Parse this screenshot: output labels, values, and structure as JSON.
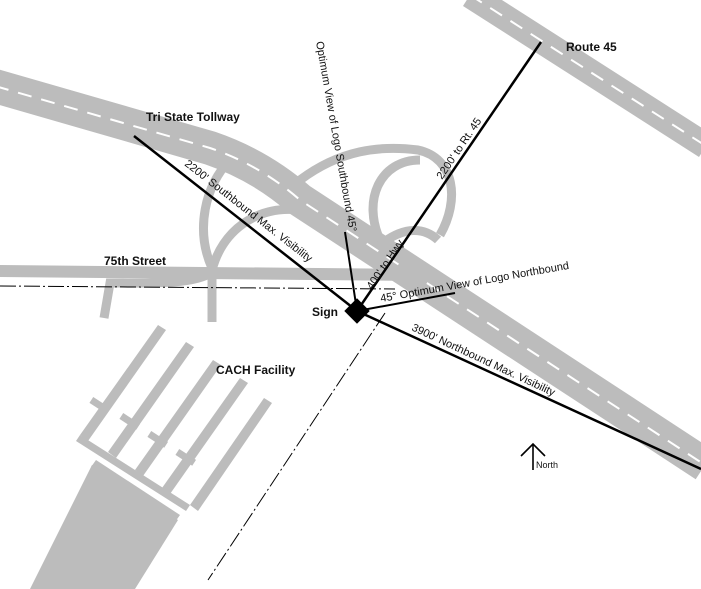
{
  "colors": {
    "road": "#bcbcbc",
    "road_dash": "#ffffff",
    "line": "#000000",
    "text": "#111111"
  },
  "labels": {
    "route_45": "Route 45",
    "tollway": "Tri State Tollway",
    "street_75": "75th Street",
    "sign": "Sign",
    "facility": "CACH Facility",
    "north": "North"
  },
  "sightlines": {
    "southbound_max": "2200' Southbound Max. Visibility",
    "optimum_southbound": "Optimum View of Logo Southbound 45°",
    "to_hwy": "400' to Hwy",
    "to_rt45": "2200' to Rt. 45",
    "optimum_northbound": "45° Optimum View of Logo Northbound",
    "northbound_max": "3900' Northbound Max. Visibility"
  },
  "icons": {
    "north_arrow": "north-arrow-icon",
    "sign_marker": "square-marker-icon"
  }
}
